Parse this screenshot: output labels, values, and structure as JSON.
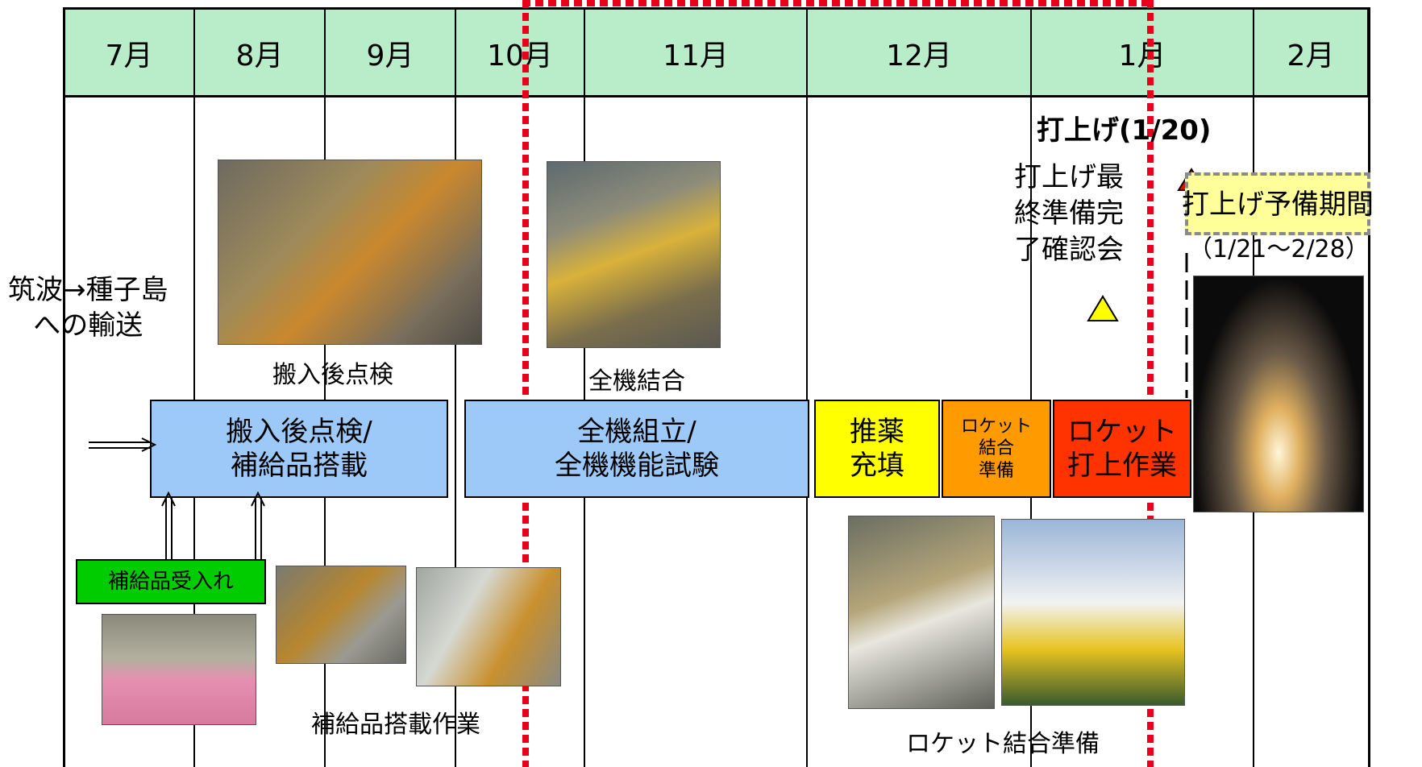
{
  "months": [
    "7月",
    "8月",
    "9月",
    "10月",
    "11月",
    "12月",
    "1月",
    "2月"
  ],
  "labels": {
    "transport": "筑波→種子島\nへの輸送",
    "inspect_photo": "搬入後点検",
    "assembly_photo": "全機結合",
    "cargo_work": "補給品搭載作業",
    "rocket_prep_photo": "ロケット結合準備",
    "launch": "打上げ(1/20)",
    "final_review": "打上げ最\n終準備完\n了確認会",
    "reserve": "打上げ予備期間",
    "reserve_range": "（1/21～2/28）"
  },
  "bars": {
    "inspect": "搬入後点検/\n補給品搭載",
    "assembly": "全機組立/\n全機機能試験",
    "propellant": "推薬\n充填",
    "rocket_prep": "ロケット\n結合\n準備",
    "rocket_launch": "ロケット\n打上作業",
    "cargo_receive": "補給品受入れ"
  },
  "colors": {
    "month_header": "#b9ecc9",
    "bar_blue": "#9cc9f7",
    "propellant": "#ffff00",
    "rocket_prep": "#ff9a00",
    "rocket_launch": "#ff3300",
    "cargo_receive": "#00cc00",
    "reserve": "#ffff99",
    "dotted": "#e8001c"
  }
}
